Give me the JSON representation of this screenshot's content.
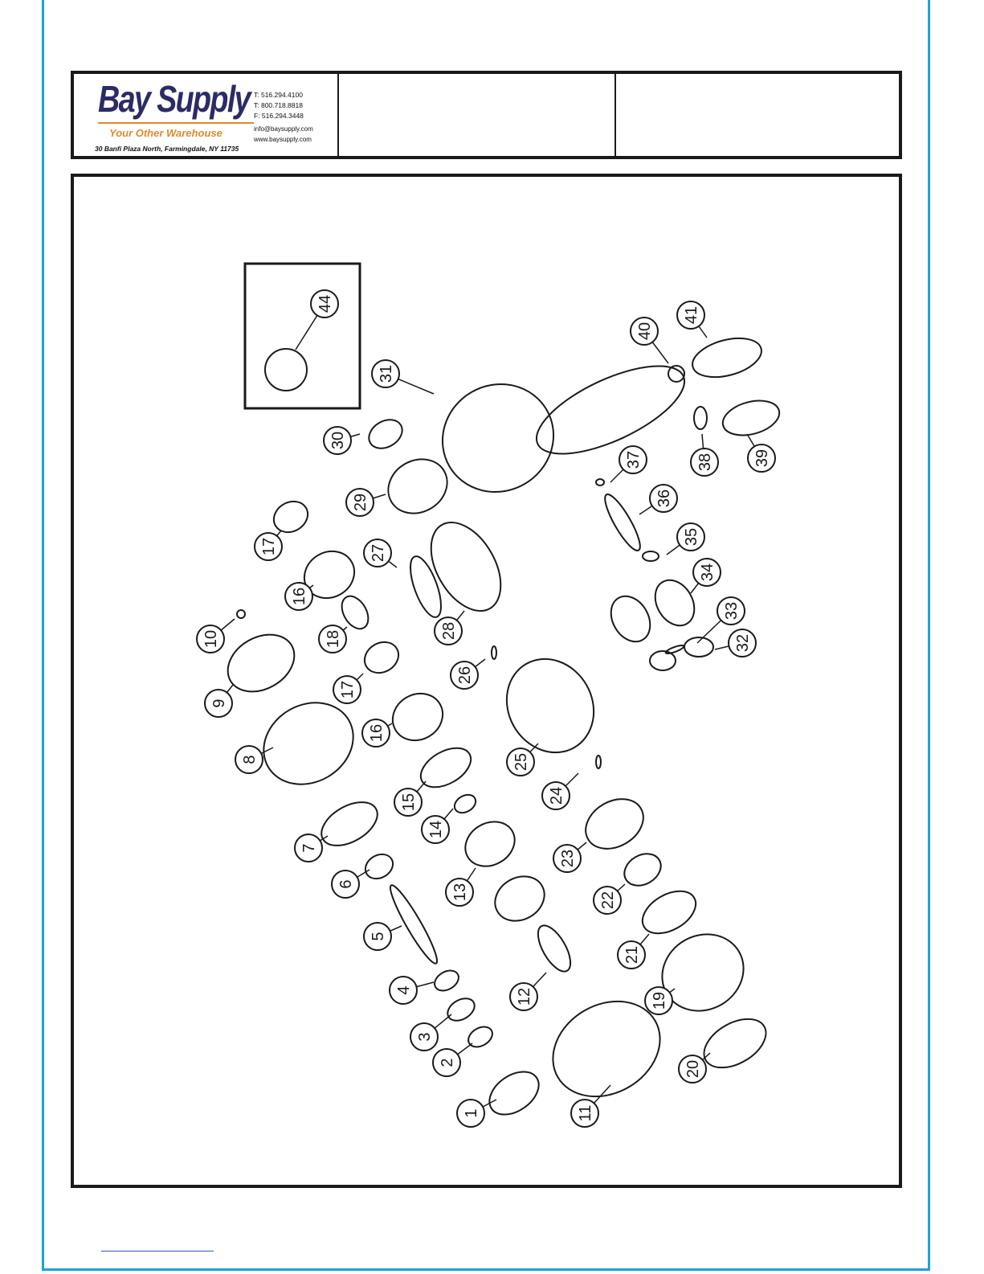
{
  "header": {
    "brand": "Bay Supply",
    "tagline": "Your Other Warehouse",
    "address": "30 Banfi Plaza North, Farmingdale, NY 11735",
    "contacts": [
      "T: 516.294.4100",
      "T: 800.718.8818",
      "F: 516.294.3448"
    ],
    "email": "info@baysupply.com",
    "website": "www.baysupply.com",
    "brand_color": "#2b2b67",
    "accent_color": "#e08a2a"
  },
  "diagram": {
    "inset_callout": "44",
    "callouts": [
      "1",
      "2",
      "3",
      "4",
      "5",
      "6",
      "7",
      "8",
      "9",
      "10",
      "11",
      "12",
      "13",
      "14",
      "15",
      "16",
      "16",
      "17",
      "17",
      "18",
      "19",
      "20",
      "21",
      "22",
      "23",
      "24",
      "25",
      "26",
      "27",
      "28",
      "29",
      "30",
      "31",
      "32",
      "33",
      "34",
      "35",
      "36",
      "37",
      "38",
      "39",
      "40",
      "41"
    ]
  },
  "frame_color": "#1ba3d6"
}
